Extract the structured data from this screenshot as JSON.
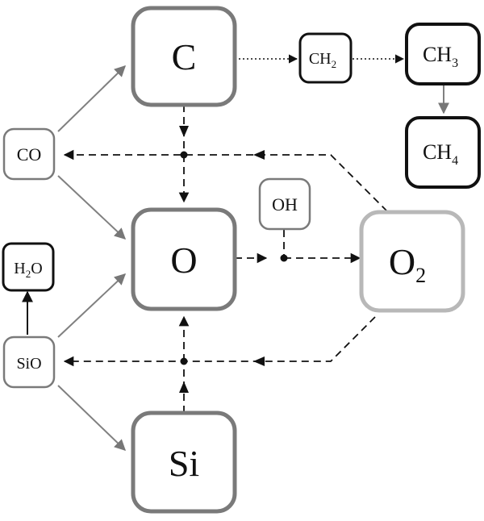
{
  "nodes": {
    "C": {
      "label": "C"
    },
    "O": {
      "label": "O"
    },
    "Si": {
      "label": "Si"
    },
    "O2": {
      "label": "O",
      "sub": "2"
    },
    "CO": {
      "label": "CO"
    },
    "SiO": {
      "label": "SiO"
    },
    "H2O": {
      "label": "H",
      "sub": "2",
      "tail": "O"
    },
    "OH": {
      "label": "OH"
    },
    "CH2": {
      "label": "CH",
      "sub": "2"
    },
    "CH3": {
      "label": "CH",
      "sub": "3"
    },
    "CH4": {
      "label": "CH",
      "sub": "4"
    }
  },
  "colors": {
    "dark_border": "#111111",
    "mid_gray": "#777777",
    "light_gray": "#b8b8b8",
    "line": "#111111",
    "gray_line": "#808080"
  }
}
